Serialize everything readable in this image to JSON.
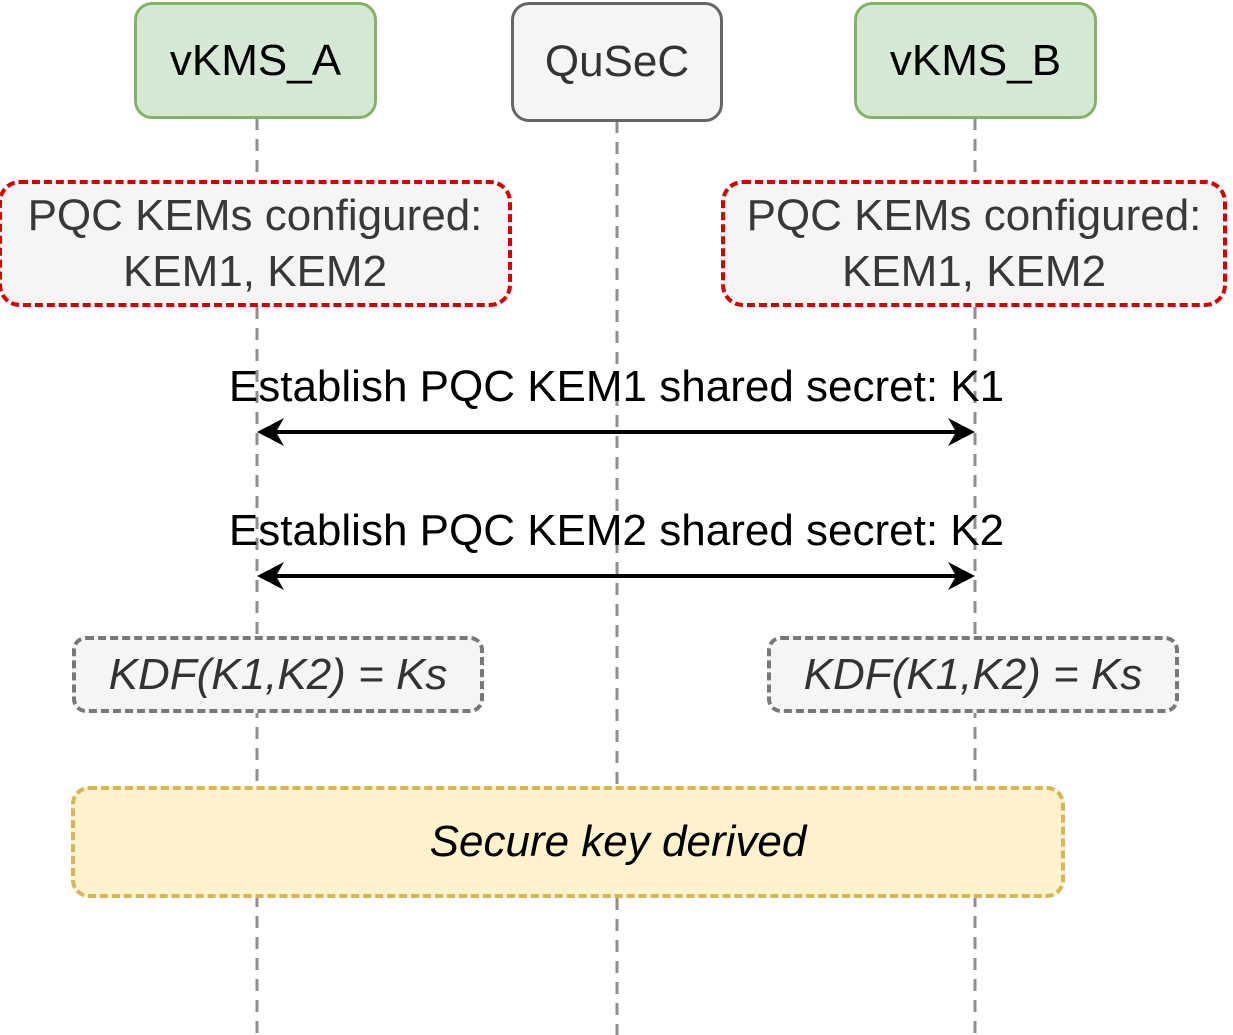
{
  "actors": [
    {
      "id": "vkms-a",
      "label": "vKMS_A"
    },
    {
      "id": "qusec",
      "label": "QuSeC"
    },
    {
      "id": "vkms-b",
      "label": "vKMS_B"
    }
  ],
  "notes": [
    {
      "line1": "PQC KEMs configured:",
      "line2": "KEM1, KEM2"
    },
    {
      "line1": "PQC KEMs configured:",
      "line2": "KEM1, KEM2"
    }
  ],
  "messages": [
    {
      "label": "Establish PQC KEM1 shared secret: K1"
    },
    {
      "label": "Establish PQC KEM2 shared secret: K2"
    }
  ],
  "kdf_notes": [
    {
      "label": "KDF(K1,K2) = Ks"
    },
    {
      "label": "KDF(K1,K2) = Ks"
    }
  ],
  "banner": {
    "label": "Secure key derived"
  },
  "colors": {
    "actor_green_fill": "#d5e8d4",
    "actor_green_border": "#82b366",
    "actor_gray_fill": "#f5f5f5",
    "actor_gray_border": "#666666",
    "note_fill": "#f5f5f5",
    "note_red_border": "#d40000",
    "kdf_gray_border": "#787878",
    "banner_fill": "#fff2cc",
    "banner_border": "#d6b656",
    "lifeline_gray": "#8f8f8f",
    "arrow_black": "#000000"
  }
}
